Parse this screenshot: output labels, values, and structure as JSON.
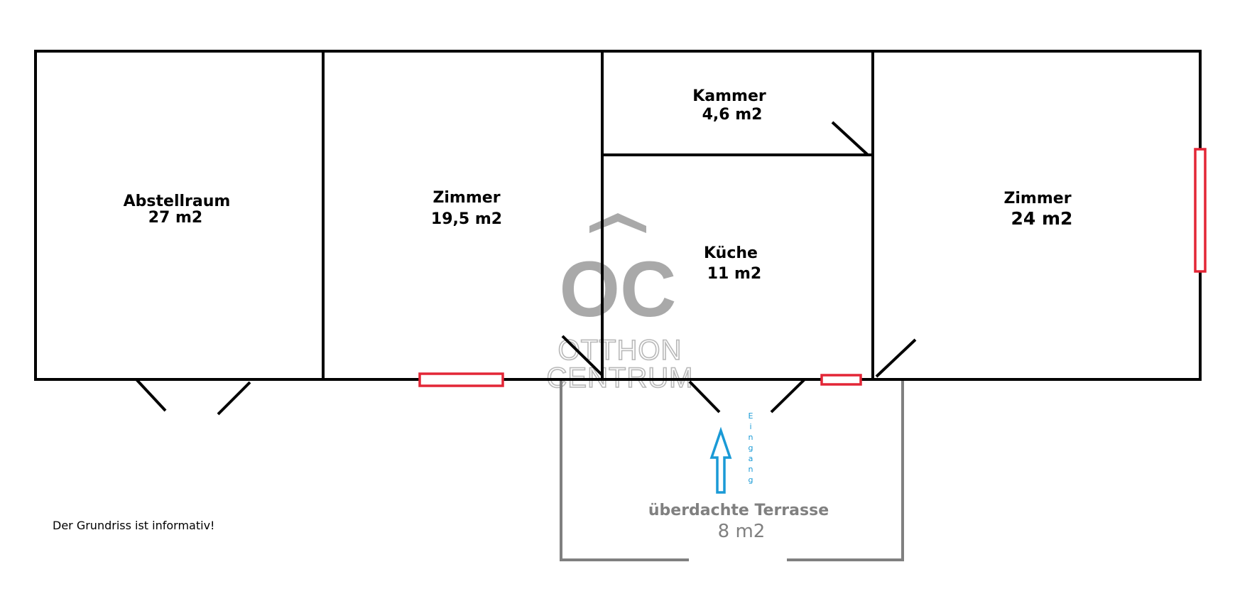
{
  "rooms": {
    "abstellraum": {
      "name": "Abstellraum",
      "area": "27 m2"
    },
    "zimmer_mid": {
      "name": "Zimmer",
      "area": "19,5 m2"
    },
    "kammer": {
      "name": "Kammer",
      "area": "4,6 m2"
    },
    "kueche": {
      "name": "Küche",
      "area": "11 m2"
    },
    "zimmer_right": {
      "name": "Zimmer",
      "area": "24 m2"
    }
  },
  "terrace": {
    "name": "überdachte Terrasse",
    "area": "8 m2"
  },
  "entrance": {
    "label": "Eingang",
    "letters": [
      "E",
      "i",
      "n",
      "g",
      "a",
      "n",
      "g"
    ]
  },
  "watermark": {
    "letters": "OC",
    "line1": "OTTHON",
    "line2": "CENTRUM"
  },
  "note": "Der Grundriss ist informativ!",
  "colors": {
    "walls": "#000000",
    "windows": "#e32636",
    "terrace": "#808080",
    "arrow": "#1a9ad6",
    "watermark": "#a9a9a9"
  }
}
